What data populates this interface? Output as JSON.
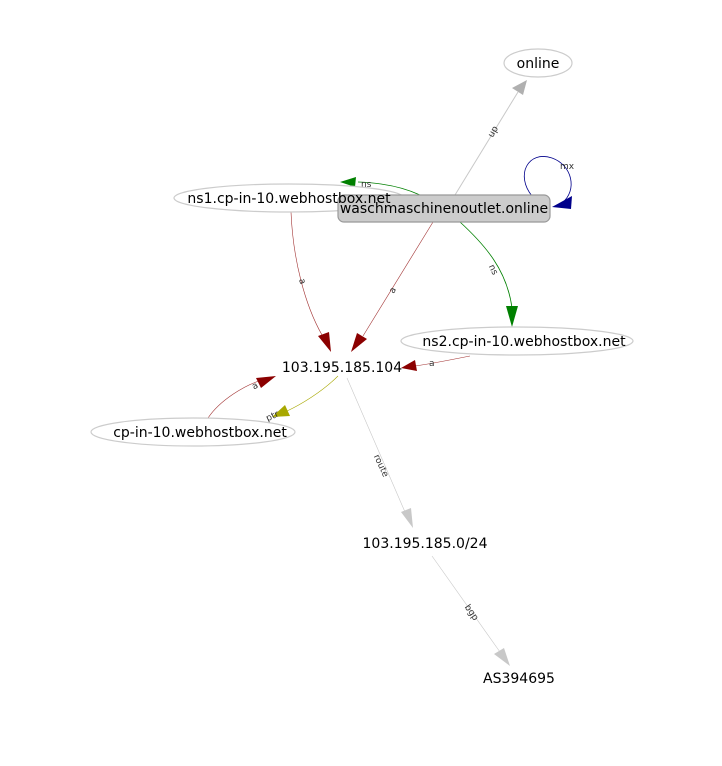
{
  "nodes": {
    "online": {
      "label": "online"
    },
    "domain": {
      "label": "waschmaschinenoutlet.online"
    },
    "ns1": {
      "label": "ns1.cp-in-10.webhostbox.net"
    },
    "ns2": {
      "label": "ns2.cp-in-10.webhostbox.net"
    },
    "ip": {
      "label": "103.195.185.104"
    },
    "cp": {
      "label": "cp-in-10.webhostbox.net"
    },
    "subnet": {
      "label": "103.195.185.0/24"
    },
    "asn": {
      "label": "AS394695"
    }
  },
  "edges": {
    "up": {
      "label": "up",
      "color": "#c8c8c8"
    },
    "mx": {
      "label": "mx",
      "color": "#00008b"
    },
    "ns_to_ns1": {
      "label": "ns",
      "color": "#008000"
    },
    "ns_to_ns2": {
      "label": "ns",
      "color": "#008000"
    },
    "a_ns1": {
      "label": "a",
      "color": "#8b0000"
    },
    "a_domain": {
      "label": "a",
      "color": "#8b0000"
    },
    "a_ns2": {
      "label": "a",
      "color": "#8b0000"
    },
    "a_cp": {
      "label": "a",
      "color": "#8b0000"
    },
    "ptr": {
      "label": "ptr",
      "color": "#a8a800"
    },
    "route": {
      "label": "route",
      "color": "#c8c8c8"
    },
    "bgp": {
      "label": "bgp",
      "color": "#c8c8c8"
    }
  }
}
